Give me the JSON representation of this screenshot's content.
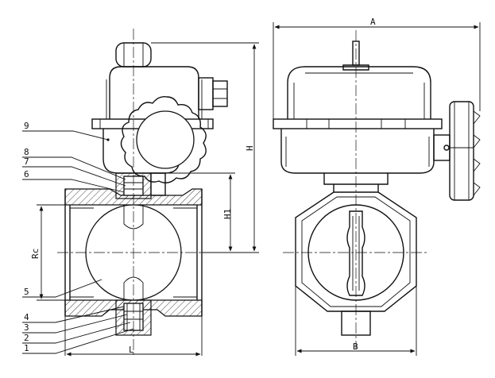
{
  "dimensions": {
    "A": "A",
    "B": "B",
    "H": "H",
    "H1": "H1",
    "L": "L",
    "Rc": "Rc"
  },
  "parts": {
    "p1": "1",
    "p2": "2",
    "p3": "3",
    "p4": "4",
    "p5": "5",
    "p6": "6",
    "p7": "7",
    "p8": "8",
    "p9": "9"
  },
  "colors": {
    "line": "#111111",
    "paper": "#ffffff"
  }
}
